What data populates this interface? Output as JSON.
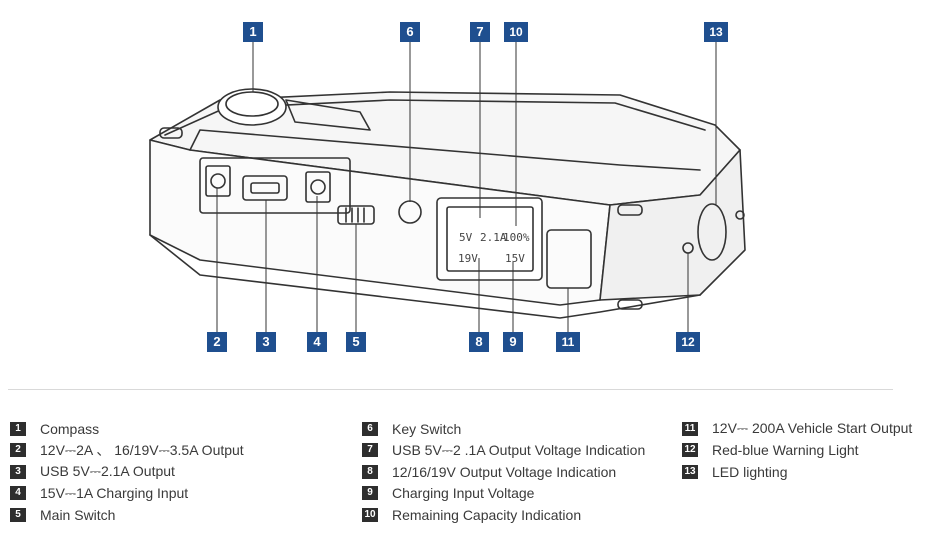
{
  "callouts": [
    "1",
    "2",
    "3",
    "4",
    "5",
    "6",
    "7",
    "8",
    "9",
    "10",
    "11",
    "12",
    "13"
  ],
  "display": {
    "usb_voltage": "5V",
    "usb_current": "2.1A",
    "output_voltage": "19V",
    "capacity": "100%",
    "input_voltage": "15V"
  },
  "legend": {
    "col1": [
      {
        "num": "1",
        "text": "Compass"
      },
      {
        "num": "2",
        "text": "12V⎓2A 、 16/19V⎓3.5A Output"
      },
      {
        "num": "3",
        "text": "USB 5V⎓2.1A Output"
      },
      {
        "num": "4",
        "text": "15V⎓1A Charging Input"
      },
      {
        "num": "5",
        "text": "Main Switch"
      }
    ],
    "col2": [
      {
        "num": "6",
        "text": "Key Switch"
      },
      {
        "num": "7",
        "text": "USB 5V⎓2 .1A Output Voltage Indication"
      },
      {
        "num": "8",
        "text": "12/16/19V Output Voltage Indication"
      },
      {
        "num": "9",
        "text": "Charging Input Voltage"
      },
      {
        "num": "10",
        "text": "Remaining Capacity Indication"
      }
    ],
    "col3": [
      {
        "num": "11",
        "text": "12V⎓ 200A Vehicle Start Output"
      },
      {
        "num": "12",
        "text": "Red-blue Warning Light"
      },
      {
        "num": "13",
        "text": "LED lighting"
      }
    ]
  }
}
